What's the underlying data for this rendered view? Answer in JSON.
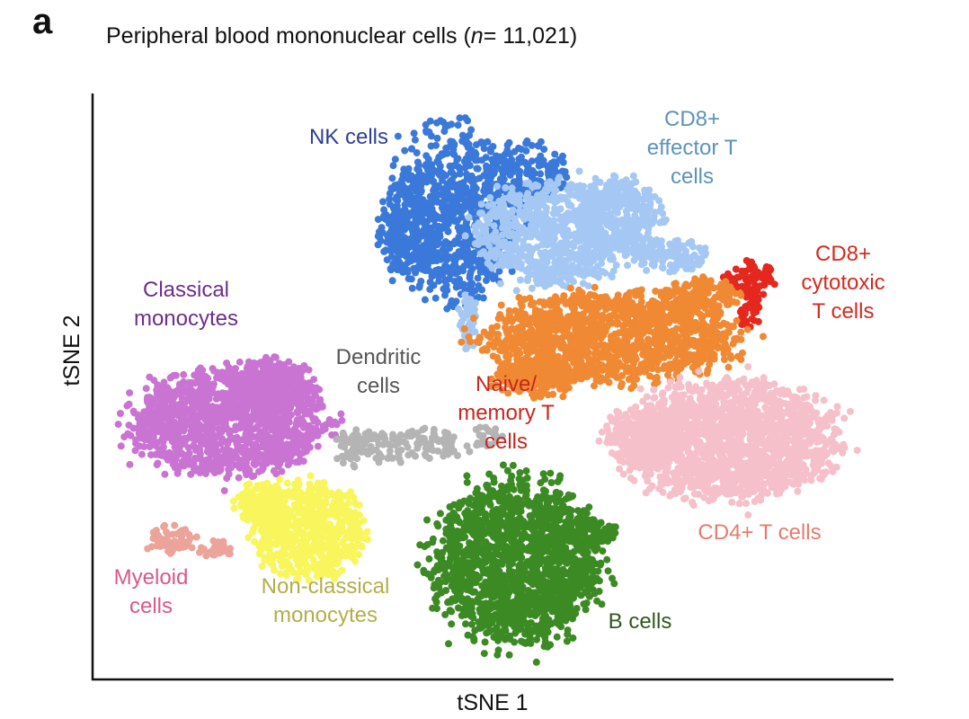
{
  "panel_letter": "a",
  "title": {
    "prefix": "Peripheral blood mononuclear cells (",
    "n_symbol": "n",
    "n_value": "= 11,021",
    "suffix": ")"
  },
  "chart_data": {
    "type": "scatter",
    "title": "Peripheral blood mononuclear cells (n = 11,021)",
    "xlabel": "tSNE 1",
    "ylabel": "tSNE 2",
    "n_cells": 11021,
    "axes": {
      "ticks": false,
      "grid": false,
      "spines": [
        "left",
        "bottom"
      ]
    },
    "legend": "inline cluster labels",
    "series": [
      {
        "name": "NK cells",
        "label_lines": [
          "NK cells"
        ],
        "color": "#3a79d9",
        "label_color": "#2e3f96",
        "approx_count": 1100
      },
      {
        "name": "CD8+ effector T cells",
        "label_lines": [
          "CD8+",
          "effector T",
          "cells"
        ],
        "color": "#a4c8f3",
        "label_color": "#5b93bd",
        "approx_count": 1300
      },
      {
        "name": "CD8+ cytotoxic T cells",
        "label_lines": [
          "CD8+",
          "cytotoxic",
          "T cells"
        ],
        "color": "#e5271e",
        "label_color": "#d42a1e",
        "approx_count": 120
      },
      {
        "name": "Naive/ memory T cells",
        "label_lines": [
          "Naive/",
          "memory T",
          "cells"
        ],
        "color": "#f08933",
        "label_color": "#c8261d",
        "approx_count": 1700
      },
      {
        "name": "CD4+ T cells",
        "label_lines": [
          "CD4+ T cells"
        ],
        "color": "#f5c0ca",
        "label_color": "#e87a6e",
        "approx_count": 1900
      },
      {
        "name": "Classical monocytes",
        "label_lines": [
          "Classical",
          "monocytes"
        ],
        "color": "#c974d2",
        "label_color": "#6e2d8a",
        "approx_count": 1500
      },
      {
        "name": "Dendritic cells",
        "label_lines": [
          "Dendritic",
          "cells"
        ],
        "color": "#b4b4b4",
        "label_color": "#555555",
        "approx_count": 200
      },
      {
        "name": "Non-classical monocytes",
        "label_lines": [
          "Non-classical",
          "monocytes"
        ],
        "color": "#f8f65c",
        "label_color": "#b3ae4a",
        "approx_count": 700
      },
      {
        "name": "Myeloid cells",
        "label_lines": [
          "Myeloid",
          "cells"
        ],
        "color": "#eba39a",
        "label_color": "#d9588c",
        "approx_count": 90
      },
      {
        "name": "B cells",
        "label_lines": [
          "B cells"
        ],
        "color": "#3c8a24",
        "label_color": "#2e5a1f",
        "approx_count": 1700
      }
    ]
  }
}
